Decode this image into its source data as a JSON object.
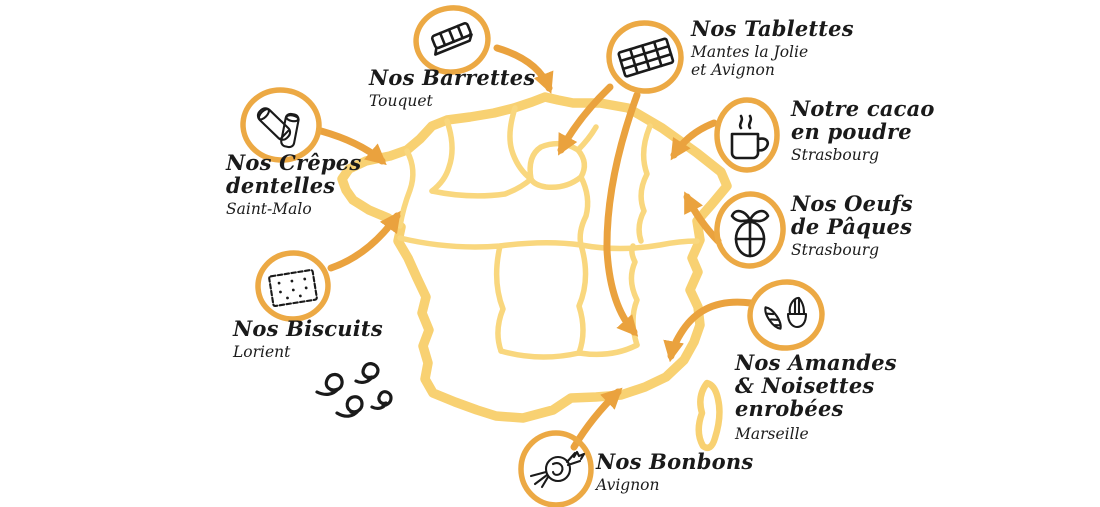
{
  "colors": {
    "map": "#F8D172",
    "map-inner": "#F9D77E",
    "arrow": "#EAA23E",
    "ring": "#ECA944",
    "ink": "#1A1A1A"
  },
  "map": {
    "country": "France",
    "island": "Corse",
    "decor_icon": "sea-waves-icon"
  },
  "products": [
    {
      "id": "barrettes",
      "title": "Nos Barrettes",
      "location": "Touquet",
      "icon": "chocolate-bar-icon"
    },
    {
      "id": "tablettes",
      "title": "Nos Tablettes",
      "location": "Mantes la Jolie et Avignon",
      "location_lines": [
        "Mantes la Jolie",
        "et Avignon"
      ],
      "icon": "chocolate-tablet-icon"
    },
    {
      "id": "cacao",
      "title": "Notre cacao en poudre",
      "title_lines": [
        "Notre cacao",
        "en poudre"
      ],
      "location": "Strasbourg",
      "icon": "cocoa-mug-icon"
    },
    {
      "id": "oeufs",
      "title": "Nos Oeufs de Pâques",
      "title_lines": [
        "Nos Oeufs",
        "de Pâques"
      ],
      "location": "Strasbourg",
      "icon": "easter-egg-icon"
    },
    {
      "id": "amandes",
      "title": "Nos Amandes & Noisettes enrobées",
      "title_lines": [
        "Nos Amandes",
        "& Noisettes",
        "enrobées"
      ],
      "location": "Marseille",
      "icon": "almond-hazelnut-icon"
    },
    {
      "id": "bonbons",
      "title": "Nos Bonbons",
      "location": "Avignon",
      "icon": "candy-icon"
    },
    {
      "id": "crepes",
      "title": "Nos Crêpes dentelles",
      "title_lines": [
        "Nos Crêpes",
        "dentelles"
      ],
      "location": "Saint-Malo",
      "icon": "crepe-rolls-icon"
    },
    {
      "id": "biscuits",
      "title": "Nos Biscuits",
      "location": "Lorient",
      "icon": "biscuit-icon"
    }
  ]
}
